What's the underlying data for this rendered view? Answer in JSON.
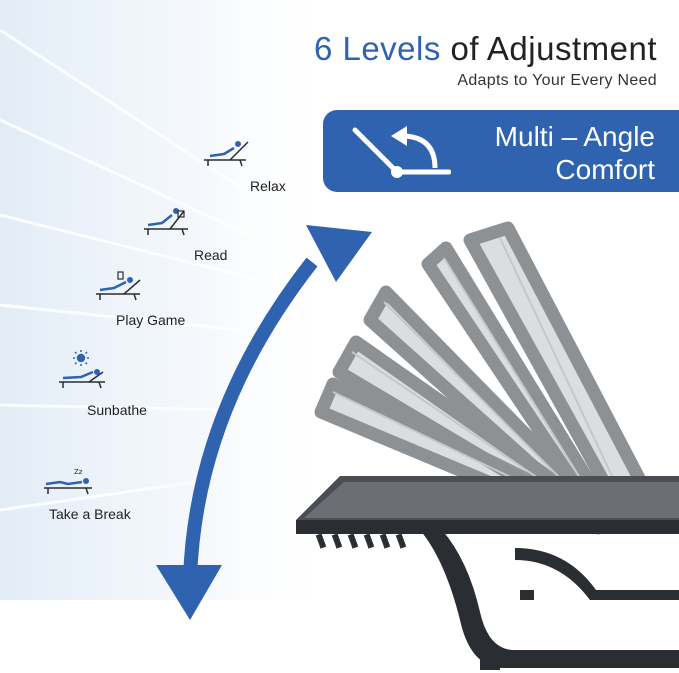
{
  "header": {
    "title_accent": "6 Levels",
    "title_rest": " of Adjustment",
    "subtitle": "Adapts to Your Every Need"
  },
  "banner": {
    "line1": "Multi – Angle",
    "line2": "Comfort",
    "icon": "recline-angle-icon"
  },
  "levels": [
    {
      "label": "Relax",
      "icon": "relax-pose-icon"
    },
    {
      "label": "Read",
      "icon": "read-pose-icon"
    },
    {
      "label": "Play Game",
      "icon": "play-game-pose-icon"
    },
    {
      "label": "Sunbathe",
      "icon": "sunbathe-pose-icon"
    },
    {
      "label": "Take a Break",
      "icon": "take-a-break-pose-icon"
    }
  ],
  "colors": {
    "accent": "#2f63b0",
    "frame": "#2a2d31",
    "sling": "#8e9194"
  }
}
